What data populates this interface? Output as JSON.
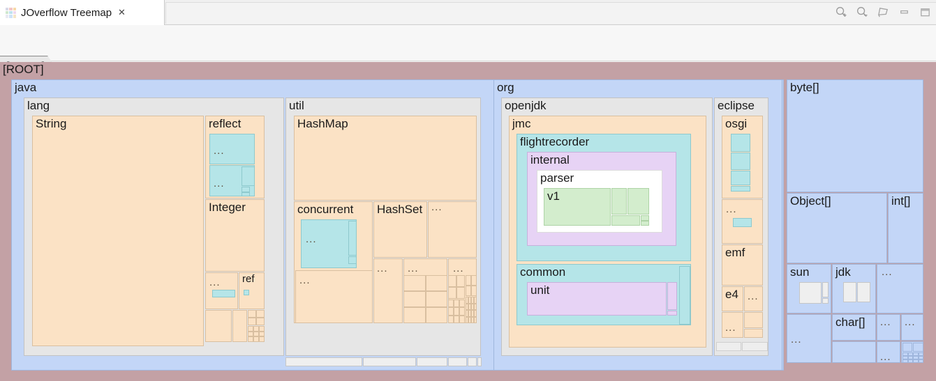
{
  "window": {
    "tab_title": "JOverflow Treemap",
    "close_glyph": "✕",
    "tab_icon_colors": [
      "#d8d8e8",
      "#f2c6c6",
      "#f7d9a8",
      "#cfe8cf",
      "#bfe3ef",
      "#efd9ef",
      "#e9e9f2",
      "#cfe3f7",
      "#f5e6c8"
    ]
  },
  "toolbar": {
    "items": [
      {
        "name": "zoom-in-icon",
        "label": "Zoom In"
      },
      {
        "name": "zoom-out-icon",
        "label": "Zoom Out"
      },
      {
        "name": "flag-icon",
        "label": "Mark"
      },
      {
        "name": "minimize-icon",
        "label": "Minimize"
      },
      {
        "name": "maximize-icon",
        "label": "Maximize"
      }
    ]
  },
  "breadcrumb": {
    "items": [
      "[ROOT]"
    ]
  },
  "treemap": {
    "root_label": "[ROOT]",
    "ellipsis": "...",
    "palette": {
      "root": "#c3a1a5",
      "blue": "#c3d6f7",
      "gray": "#e6e6e6",
      "peach": "#fbe2c5",
      "cyan": "#b5e5e8",
      "purple": "#e7d3f5",
      "white": "#ffffff",
      "green": "#d3edcd"
    },
    "labels": {
      "java": "java",
      "lang": "lang",
      "string": "String",
      "reflect": "reflect",
      "integer": "Integer",
      "ref": "ref",
      "util": "util",
      "hashmap": "HashMap",
      "concurrent": "concurrent",
      "hashset": "HashSet",
      "org": "org",
      "openjdk": "openjdk",
      "jmc": "jmc",
      "flightrecorder": "flightrecorder",
      "internal": "internal",
      "parser": "parser",
      "v1": "v1",
      "common": "common",
      "unit": "unit",
      "eclipse": "eclipse",
      "osgi": "osgi",
      "emf": "emf",
      "e4": "e4",
      "bytearray": "byte[]",
      "objectarray": "Object[]",
      "intarray": "int[]",
      "sun": "sun",
      "jdk": "jdk",
      "chararray": "char[]"
    }
  }
}
